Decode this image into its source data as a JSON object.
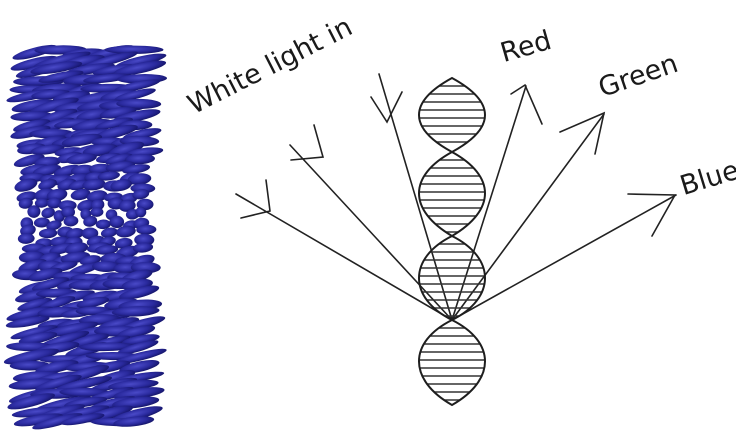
{
  "labels": {
    "incoming": "White light in",
    "red": "Red",
    "green": "Green",
    "blue": "Blue"
  },
  "colors": {
    "liquid_crystal": "#26269a",
    "line": "#222222"
  },
  "icons": [
    "liquid-crystal-stack",
    "helix-icon"
  ]
}
